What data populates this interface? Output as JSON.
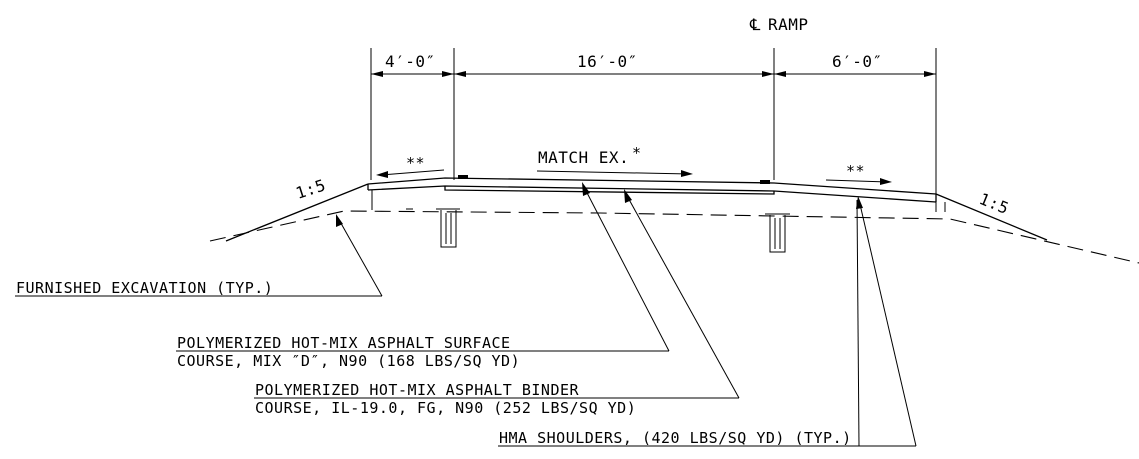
{
  "centerline": {
    "symbol": "℄",
    "label": "RAMP"
  },
  "dimensions": {
    "left_shoulder": "4′-0″",
    "lane": "16′-0″",
    "right_shoulder": "6′-0″"
  },
  "slopes": {
    "left": "1:5",
    "right": "1:5"
  },
  "notes": {
    "match_existing": "MATCH EX.",
    "asterisk_single": "*",
    "asterisk_double_left": "**",
    "asterisk_double_right": "**"
  },
  "callouts": {
    "excavation": "FURNISHED EXCAVATION (TYP.)",
    "surface_line1": "POLYMERIZED HOT-MIX ASPHALT SURFACE",
    "surface_line2": "COURSE, MIX ″D″, N90 (168 LBS/SQ YD)",
    "binder_line1": "POLYMERIZED HOT-MIX ASPHALT BINDER",
    "binder_line2": "COURSE, IL-19.0, FG, N90 (252 LBS/SQ YD)",
    "shoulders": "HMA SHOULDERS, (420 LBS/SQ YD) (TYP.)"
  }
}
